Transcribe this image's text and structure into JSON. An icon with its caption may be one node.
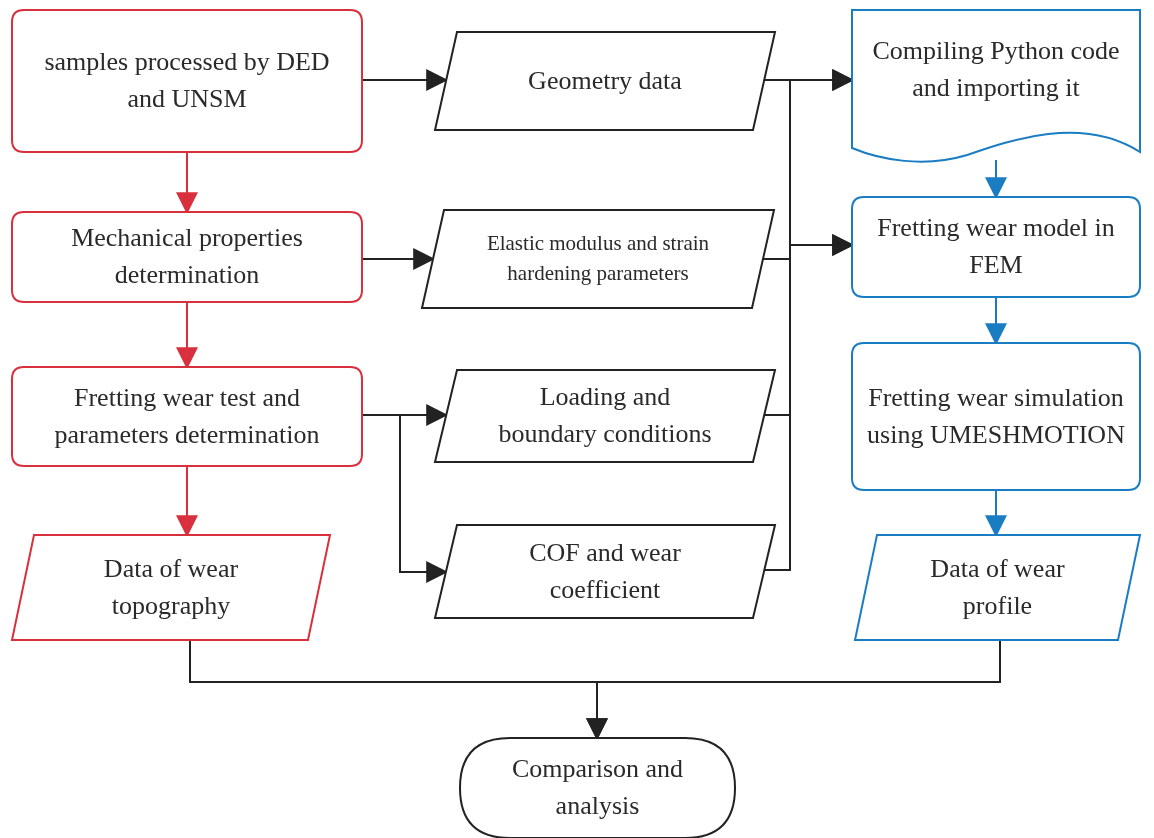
{
  "diagram": {
    "nodes": [
      {
        "text": [
          "samples processed by DED and UNSM"
        ]
      },
      {
        "text": [
          "Geometry data"
        ]
      },
      {
        "text": [
          "Compiling Python code and importing it"
        ]
      },
      {
        "text": [
          "Mechanical properties determination"
        ]
      },
      {
        "text": [
          "Elastic modulus and strain hardening parameters"
        ]
      },
      {
        "text": [
          "Fretting wear model in FEM"
        ]
      },
      {
        "text": [
          "Fretting wear test and parameters determination"
        ]
      },
      {
        "text": [
          "Loading and boundary conditions"
        ]
      },
      {
        "text": [
          "Fretting wear simulation using UMESHMOTION"
        ]
      },
      {
        "text": [
          "Data of wear topography"
        ]
      },
      {
        "text": [
          "COF and wear coefficient"
        ]
      },
      {
        "text": [
          "Data of wear profile"
        ]
      },
      {
        "text": [
          "Comparison and analysis"
        ]
      }
    ],
    "edges": [
      {
        "from": 0,
        "to": 1,
        "arrow": "to"
      },
      {
        "from": 0,
        "to": 3,
        "arrow": "to",
        "color": "#d9303e"
      },
      {
        "from": 3,
        "to": 4,
        "arrow": "to"
      },
      {
        "from": 3,
        "to": 6,
        "arrow": "to",
        "color": "#d9303e"
      },
      {
        "from": 6,
        "to": 7,
        "arrow": "to"
      },
      {
        "from": 6,
        "to": 10,
        "arrow": "to"
      },
      {
        "from": 6,
        "to": 9,
        "arrow": "to",
        "color": "#d9303e"
      },
      {
        "from": 1,
        "to": 2,
        "arrow": "to"
      },
      {
        "from": 4,
        "to": 2,
        "arrow": "to"
      },
      {
        "from": 7,
        "to": 5,
        "arrow": "to"
      },
      {
        "from": 10,
        "to": 5,
        "arrow": "to"
      },
      {
        "from": 2,
        "to": 5,
        "arrow": "to",
        "color": "#1a7dc4"
      },
      {
        "from": 5,
        "to": 8,
        "arrow": "to",
        "color": "#1a7dc4"
      },
      {
        "from": 8,
        "to": 11,
        "arrow": "to",
        "color": "#1a7dc4"
      },
      {
        "from": 9,
        "to": 12,
        "arrow": "to"
      },
      {
        "from": 11,
        "to": 12,
        "arrow": "to"
      }
    ]
  }
}
